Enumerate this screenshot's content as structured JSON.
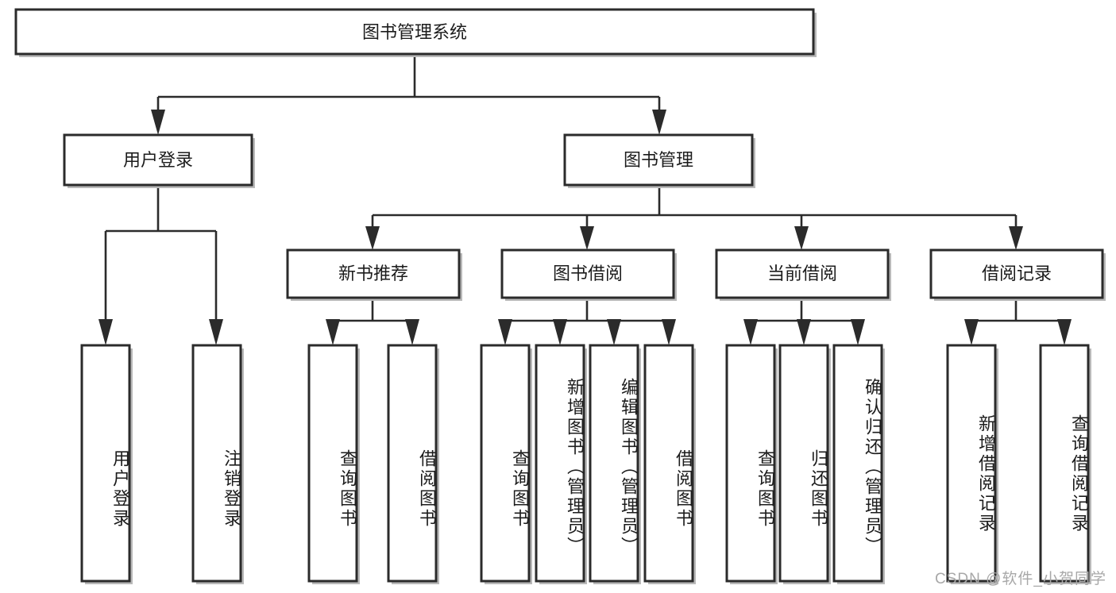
{
  "diagram": {
    "title_node": {
      "label": "图书管理系统"
    },
    "level2": [
      {
        "id": "user-login",
        "label": "用户登录"
      },
      {
        "id": "book-manage",
        "label": "图书管理"
      }
    ],
    "level3": [
      {
        "id": "new-book-recommend",
        "label": "新书推荐"
      },
      {
        "id": "book-borrow",
        "label": "图书借阅"
      },
      {
        "id": "current-borrow",
        "label": "当前借阅"
      },
      {
        "id": "borrow-record",
        "label": "借阅记录"
      }
    ],
    "leaves": {
      "user_login": [
        {
          "id": "leaf-user-login",
          "label": "用户登录"
        },
        {
          "id": "leaf-logout-login",
          "label": "注销登录"
        }
      ],
      "new_book_recommend": [
        {
          "id": "leaf-query-book-1",
          "label": "查询图书"
        },
        {
          "id": "leaf-borrow-book-1",
          "label": "借阅图书"
        }
      ],
      "book_borrow": [
        {
          "id": "leaf-query-book-2",
          "label": "查询图书"
        },
        {
          "id": "leaf-add-book",
          "label": "新增图书（管理员）"
        },
        {
          "id": "leaf-edit-book",
          "label": "编辑图书（管理员）"
        },
        {
          "id": "leaf-borrow-book-2",
          "label": "借阅图书"
        }
      ],
      "current_borrow": [
        {
          "id": "leaf-query-book-3",
          "label": "查询图书"
        },
        {
          "id": "leaf-return-book",
          "label": "归还图书"
        },
        {
          "id": "leaf-confirm-return",
          "label": "确认归还（管理员）"
        }
      ],
      "borrow_record": [
        {
          "id": "leaf-add-record",
          "label": "新增借阅记录"
        },
        {
          "id": "leaf-query-record",
          "label": "查询借阅记录"
        }
      ]
    },
    "watermark": "CSDN @软件_小贺同学",
    "colors": {
      "box_stroke": "#2b2b2b",
      "box_fill": "#ffffff",
      "connector": "#2b2b2b",
      "text": "#1c1c1c",
      "watermark": "#a8a8a8"
    }
  }
}
